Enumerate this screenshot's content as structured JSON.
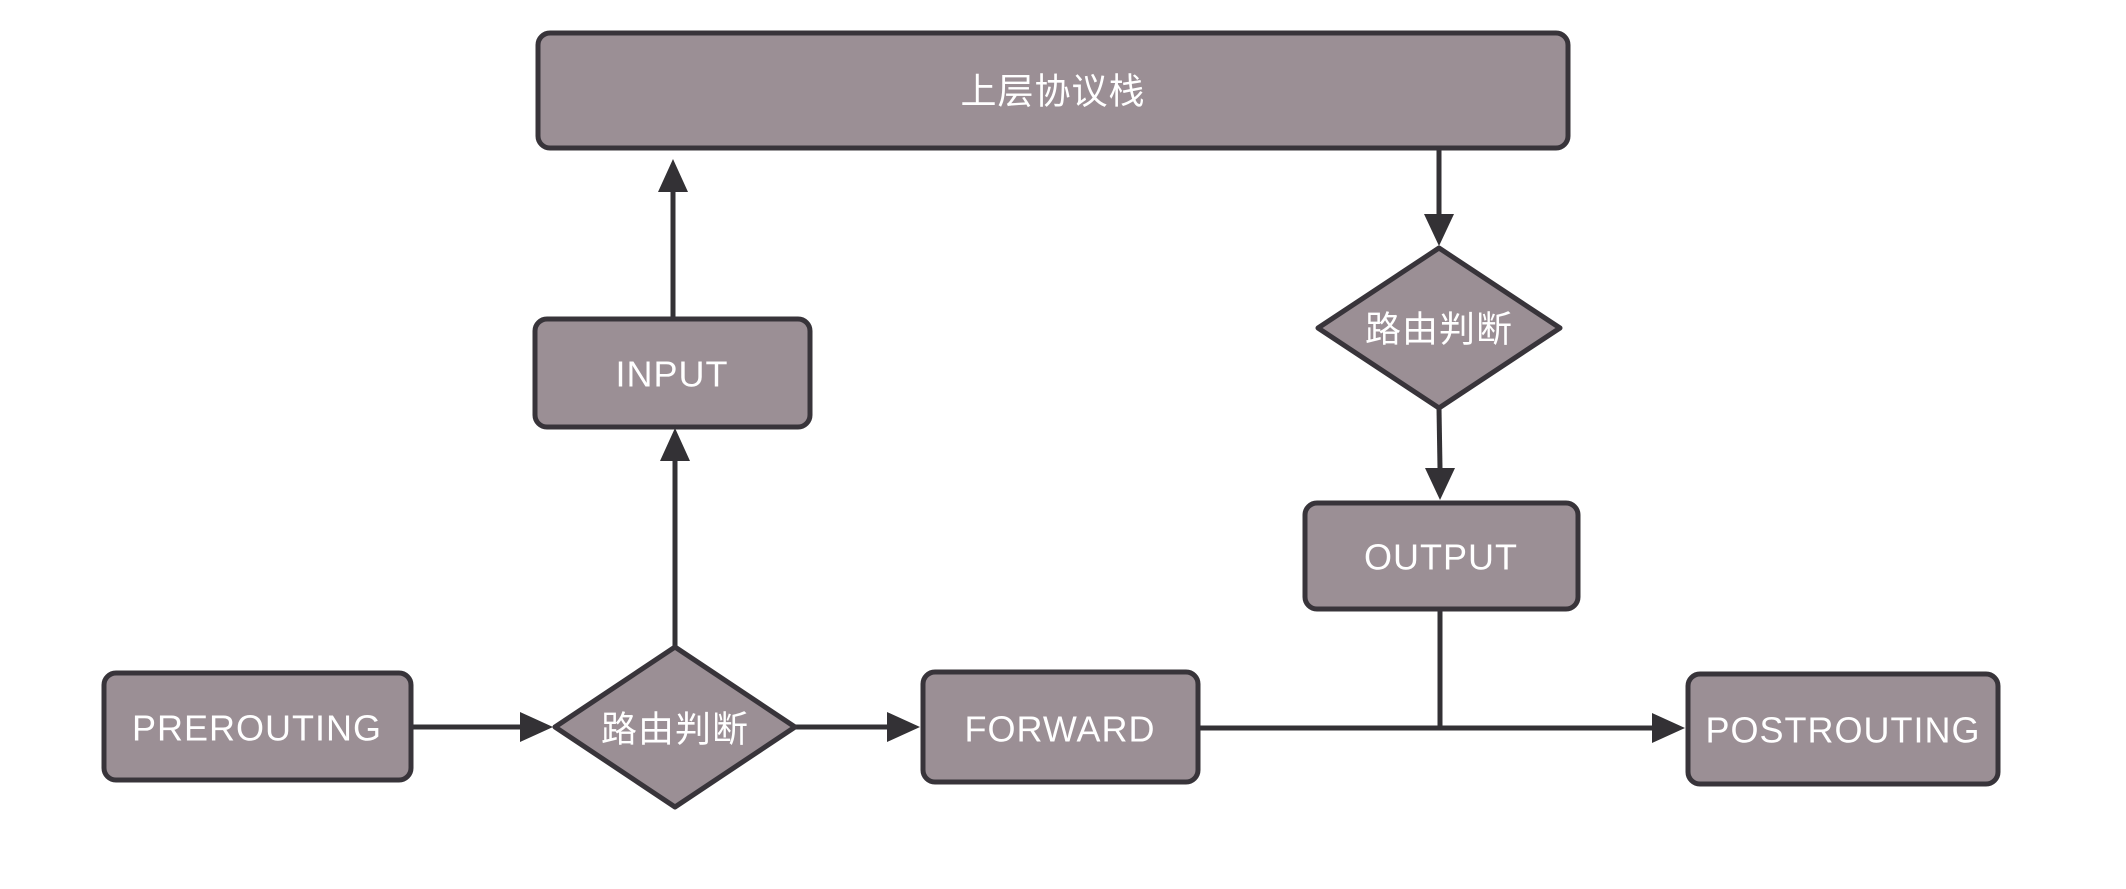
{
  "diagram": {
    "type": "flowchart",
    "background_color": "#ffffff",
    "colors": {
      "node_fill": "#9b8f95",
      "node_border": "#38343a",
      "connector": "#333135",
      "label_text": "#ffffff"
    },
    "nodes": {
      "upper_stack": {
        "label": "上层协议栈",
        "shape": "rectangle"
      },
      "input": {
        "label": "INPUT",
        "shape": "rectangle"
      },
      "routing_decision_upper": {
        "label": "路由判断",
        "shape": "diamond"
      },
      "output": {
        "label": "OUTPUT",
        "shape": "rectangle"
      },
      "prerouting": {
        "label": "PREROUTING",
        "shape": "rectangle"
      },
      "routing_decision_lower": {
        "label": "路由判断",
        "shape": "diamond"
      },
      "forward": {
        "label": "FORWARD",
        "shape": "rectangle"
      },
      "postrouting": {
        "label": "POSTROUTING",
        "shape": "rectangle"
      }
    },
    "edges": [
      {
        "from": "prerouting",
        "to": "routing_decision_lower",
        "arrow": true
      },
      {
        "from": "routing_decision_lower",
        "to": "input",
        "arrow": true
      },
      {
        "from": "input",
        "to": "upper_stack",
        "arrow": true
      },
      {
        "from": "upper_stack",
        "to": "routing_decision_upper",
        "arrow": true
      },
      {
        "from": "routing_decision_upper",
        "to": "output",
        "arrow": true
      },
      {
        "from": "output",
        "to": "forward_postrouting_line",
        "arrow": false
      },
      {
        "from": "routing_decision_lower",
        "to": "forward",
        "arrow": true
      },
      {
        "from": "forward",
        "to": "postrouting",
        "arrow": true
      }
    ]
  }
}
